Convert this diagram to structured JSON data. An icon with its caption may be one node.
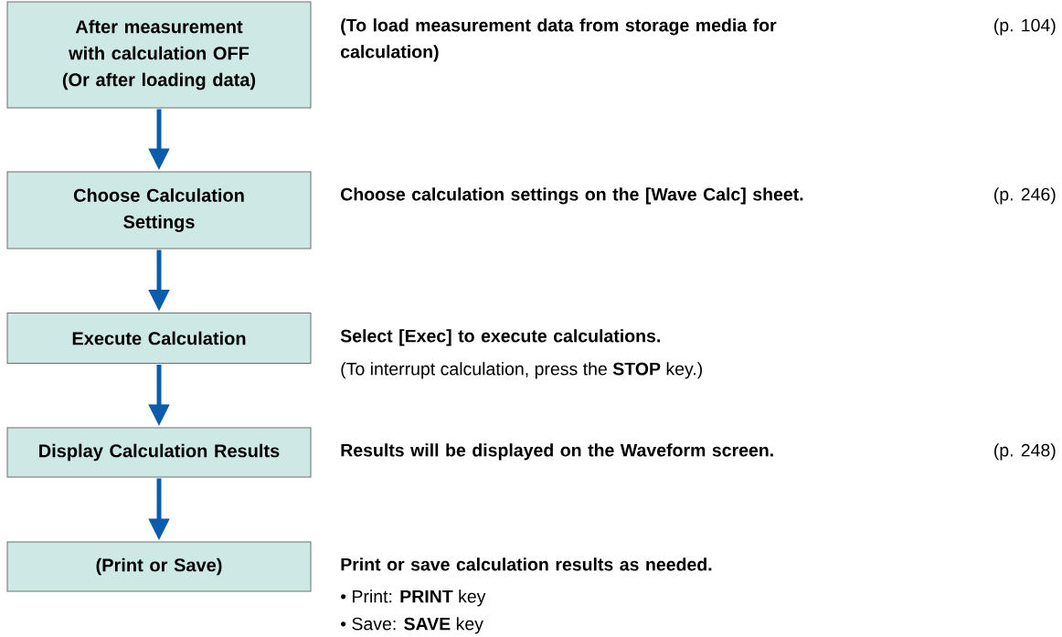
{
  "diagram": {
    "nodes": [
      {
        "text": [
          "After measurement with calculation OFF",
          "(Or after loading data)"
        ],
        "beside": [
          "(To load measurement data from storage media for calculation)"
        ]
      },
      {
        "text": [
          "Choose Calculation Settings"
        ],
        "beside": [
          "Choose calculation settings on the [Wave Calc] sheet."
        ]
      },
      {
        "text": [
          "Execute Calculation"
        ],
        "beside": [
          "Select [Exec] to execute calculations.",
          "(To interrupt calculation, press the **STOP** key.)"
        ]
      },
      {
        "text": [
          "Display Calculation Results"
        ],
        "beside": [
          "Results will be displayed on the Waveform screen."
        ]
      },
      {
        "text": [
          "(Print or Save)"
        ],
        "beside": [
          "Print or save calculation results as needed.",
          "• Print: **PRINT** key",
          "• Save: **SAVE** key"
        ]
      }
    ],
    "edges": [
      {
        "from": 0,
        "to": 1,
        "arrow": "to"
      },
      {
        "from": 1,
        "to": 2,
        "arrow": "to"
      },
      {
        "from": 2,
        "to": 3,
        "arrow": "to"
      },
      {
        "from": 3,
        "to": 4,
        "arrow": "to"
      }
    ],
    "labels": [
      "(p. 104)",
      "(p. 246)",
      "(p. 248)"
    ]
  }
}
